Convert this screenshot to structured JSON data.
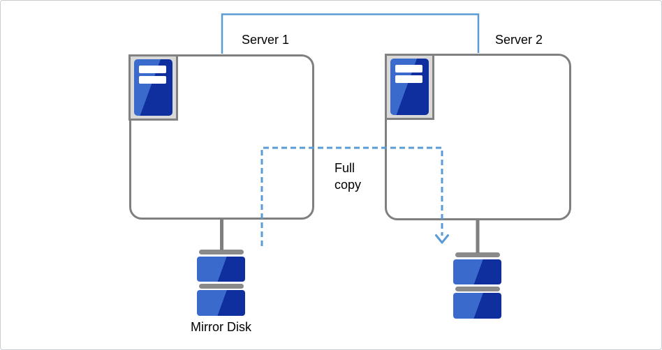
{
  "diagram": {
    "servers": [
      {
        "label": "Server 1",
        "icon": "server-tower-icon"
      },
      {
        "label": "Server 2",
        "icon": "server-tower-icon"
      }
    ],
    "disks": [
      {
        "label": "Mirror Disk",
        "icon": "disk-stack-icon"
      },
      {
        "label": "",
        "icon": "disk-stack-icon"
      }
    ],
    "full_copy_arrow": {
      "label": "Full\ncopy",
      "style": "dashed",
      "color": "#5B9BD5"
    },
    "interconnect_link": {
      "style": "solid",
      "color": "#5B9BD5"
    },
    "colors": {
      "link_blue": "#5B9BD5",
      "outline_gray": "#7F7F7F",
      "icon_frame_fill": "#D9D9D9",
      "icon_frame_border": "#818181",
      "device_blue_light": "#3A6BCC",
      "device_blue_dark": "#0F2F9E",
      "disk_bar_gray": "#8A8A8A",
      "text": "#000000"
    }
  }
}
